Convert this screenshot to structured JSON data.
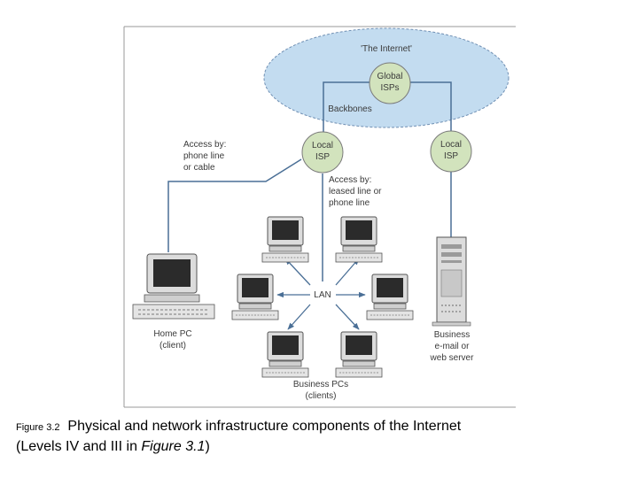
{
  "diagram": {
    "internet_label": "'The Internet'",
    "global_isp": [
      "Global",
      "ISPs"
    ],
    "backbones": "Backbones",
    "local_isp_left": [
      "Local",
      "ISP"
    ],
    "local_isp_right": [
      "Local",
      "ISP"
    ],
    "access_phone": [
      "Access by:",
      "phone line",
      "or cable"
    ],
    "access_leased": [
      "Access by:",
      "leased line or",
      "phone line"
    ],
    "lan": "LAN",
    "home_pc": [
      "Home PC",
      "(client)"
    ],
    "business_pcs": [
      "Business PCs",
      "(clients)"
    ],
    "server": [
      "Business",
      "e-mail or",
      "web server"
    ]
  },
  "caption": {
    "figure_number": "Figure 3.2",
    "text": "Physical and network infrastructure components of the Internet",
    "line2_prefix": "(Levels IV and III in ",
    "line2_ref": "Figure 3.1",
    "line2_suffix": ")"
  },
  "colors": {
    "cloud_fill": "#c3dcf0",
    "isp_fill": "#d2e3bd",
    "line": "#4a6f96"
  }
}
